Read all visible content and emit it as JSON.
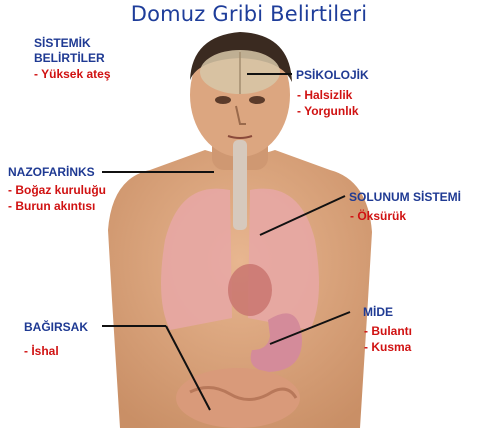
{
  "title": "Domuz Gribi  Belirtileri",
  "colors": {
    "title": "#1e3d9a",
    "category": "#1f3a93",
    "symptom": "#d01212",
    "skin": "#d9a27a"
  },
  "labels": {
    "sistemik": {
      "line1": "SİSTEMİK",
      "line2": "BELİRTİLER",
      "items": [
        "- Yüksek ateş"
      ]
    },
    "psikolojik": {
      "name": "PSİKOLOJİK",
      "items": [
        "- Halsizlik",
        "- Yorgunlık"
      ]
    },
    "nazofarinks": {
      "name": "NAZOFARİNKS",
      "items": [
        "- Boğaz kuruluğu",
        "- Burun akıntısı"
      ]
    },
    "solunum": {
      "name": "SOLUNUM SİSTEMİ",
      "items": [
        "- Öksürük"
      ]
    },
    "mide": {
      "name": "MİDE",
      "items": [
        "- Bulantı",
        "- Kusma"
      ]
    },
    "bagirsak": {
      "name": "BAĞIRSAK",
      "items": [
        "- İshal"
      ]
    }
  }
}
